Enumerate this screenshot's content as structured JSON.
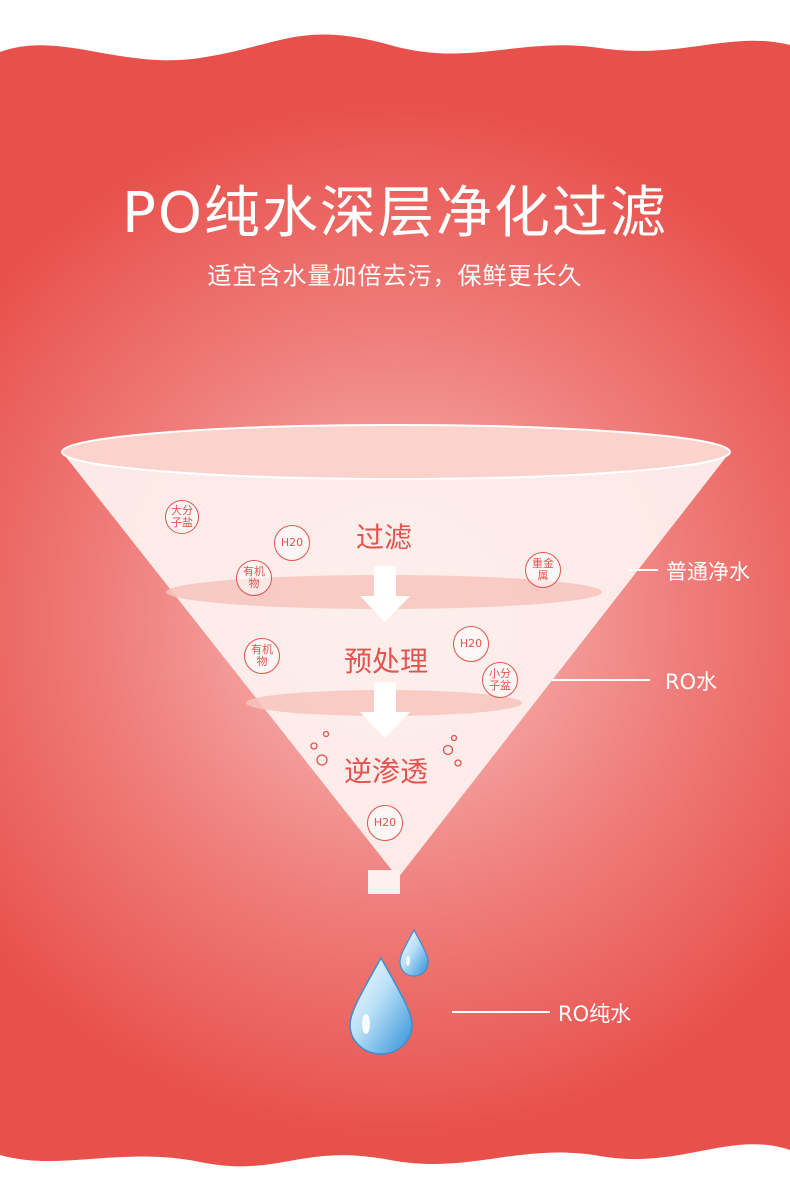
{
  "title": "PO纯水深层净化过滤",
  "subtitle": "适宜含水量加倍去污，保鲜更长久",
  "stages": [
    "过滤",
    "预处理",
    "逆渗透"
  ],
  "particles": {
    "large_salt": "大分子盐",
    "h2o": "H20",
    "organic": "有机物",
    "heavy_metal": "重金属",
    "small_salt": "小分子盆"
  },
  "labels": {
    "normal_water": "普通净水",
    "ro_water": "RO水",
    "ro_pure_water": "RO纯水"
  },
  "colors": {
    "background": "#e8504c",
    "accent": "#e4534d",
    "white": "#ffffff"
  }
}
